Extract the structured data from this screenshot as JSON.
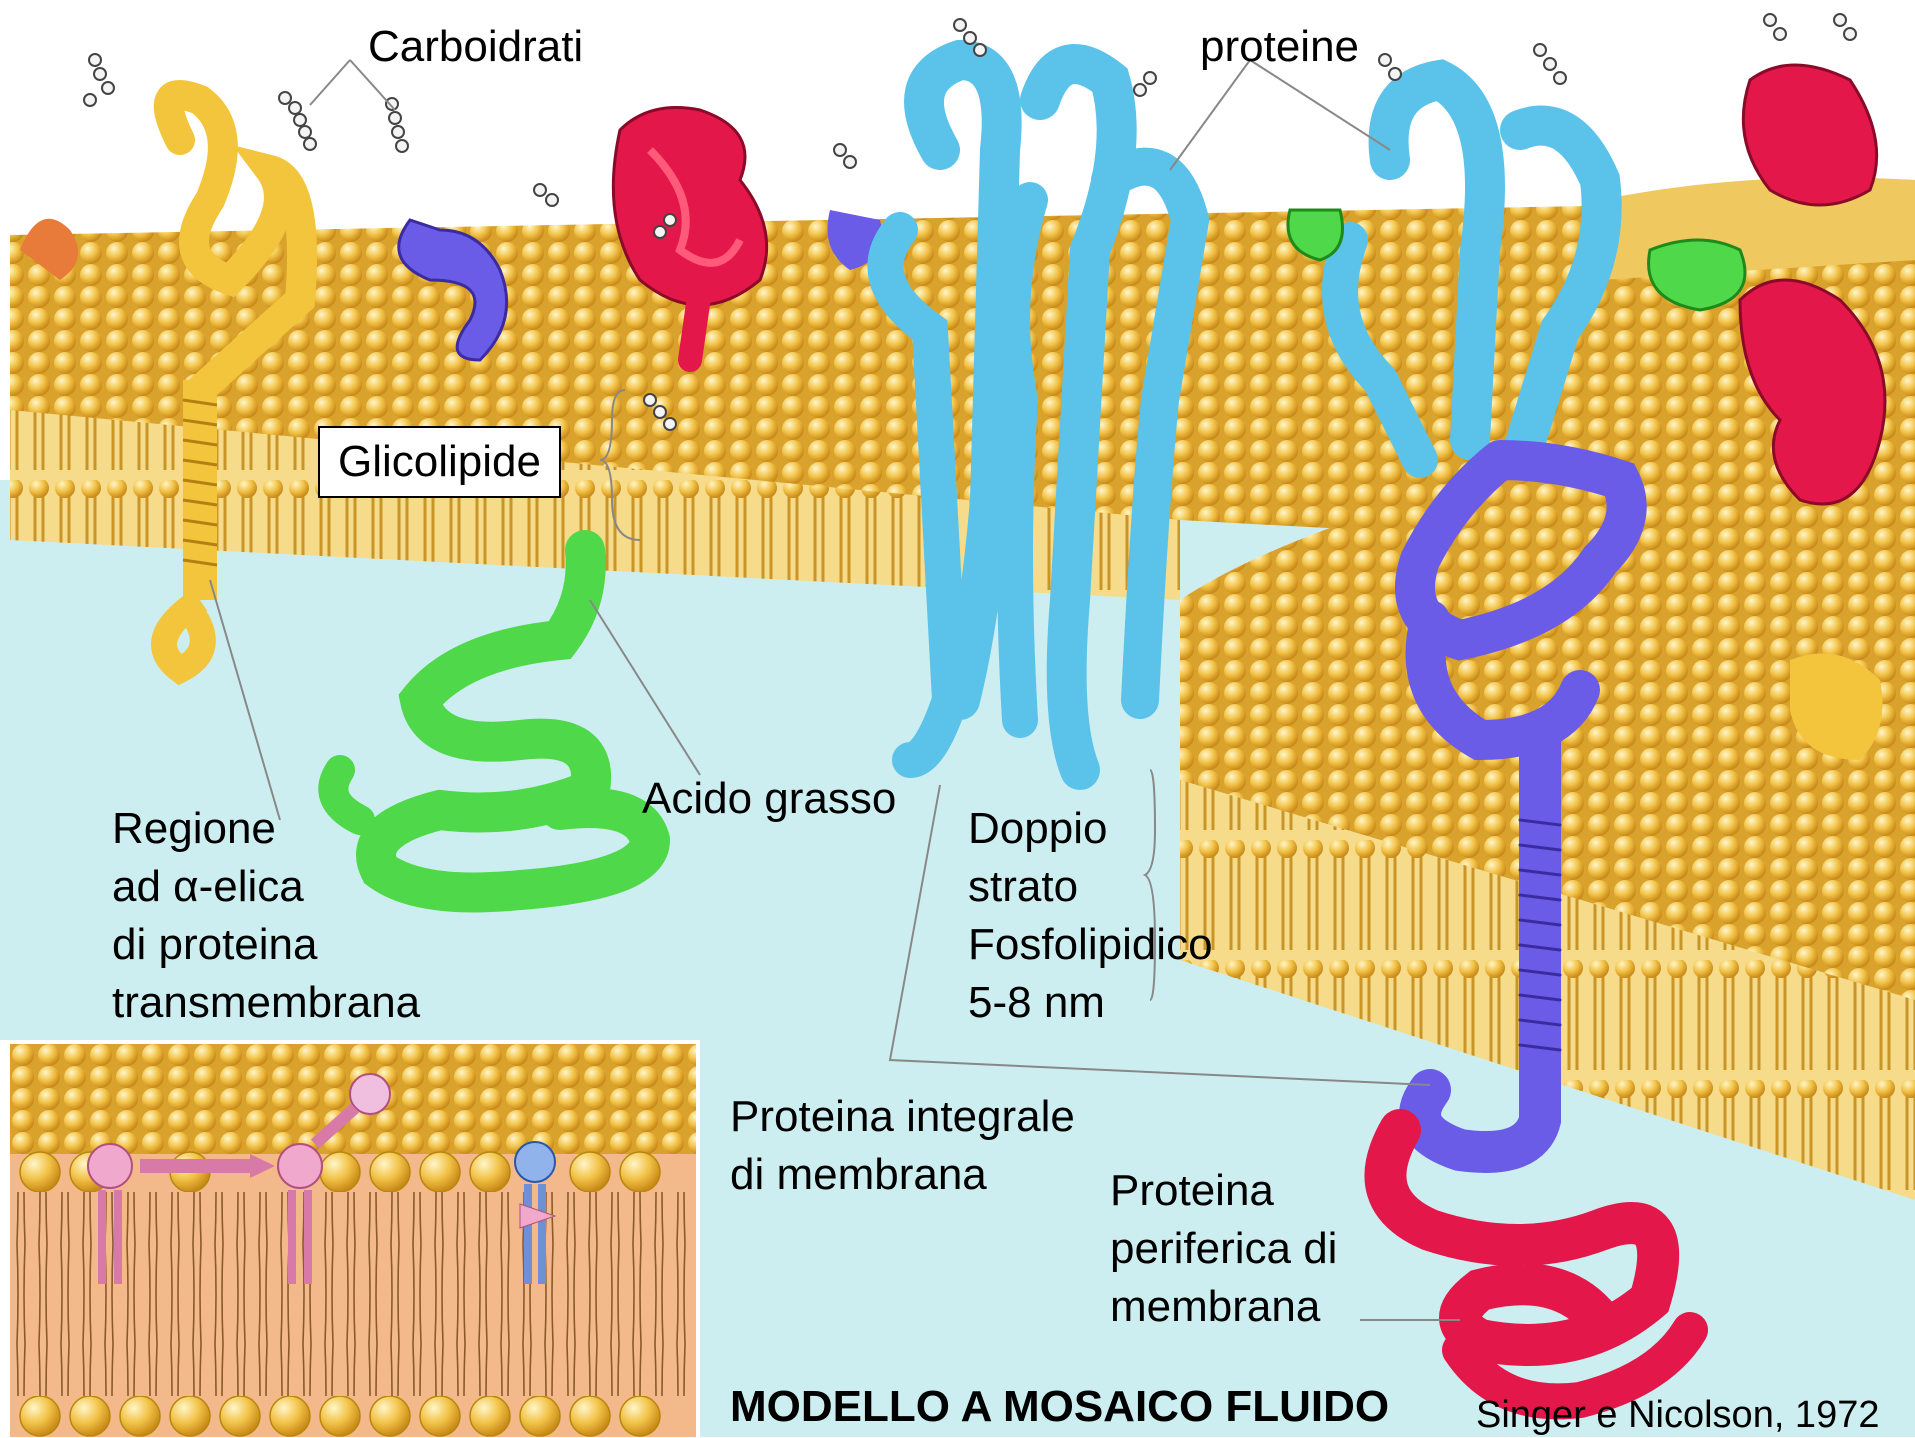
{
  "labels": {
    "carboidrati": "Carboidrati",
    "proteine": "proteine",
    "glicolipide": "Glicolipide",
    "acido_grasso": "Acido grasso",
    "regione": [
      "Regione",
      "ad α-elica",
      "di proteina",
      "transmembrana"
    ],
    "doppio_strato": [
      "Doppio",
      "strato",
      "Fosfolipidico",
      "5-8 nm"
    ],
    "proteina_integrale": [
      "Proteina integrale",
      "di membrana"
    ],
    "proteina_periferica": [
      "Proteina",
      "periferica di",
      "membrana"
    ]
  },
  "title": "MODELLO A MOSAICO FLUIDO",
  "citation": "Singer e Nicolson, 1972",
  "colors": {
    "cytoplasm": "#cdeef0",
    "lipid_head": "#f2c247",
    "lipid_tail": "#e8b84a",
    "protein_yellow": "#f3c53d",
    "protein_blue": "#5bc3ea",
    "protein_purple": "#6b5ce8",
    "protein_red": "#e3174a",
    "protein_green": "#4fd84a",
    "protein_orange": "#e87a3a"
  }
}
